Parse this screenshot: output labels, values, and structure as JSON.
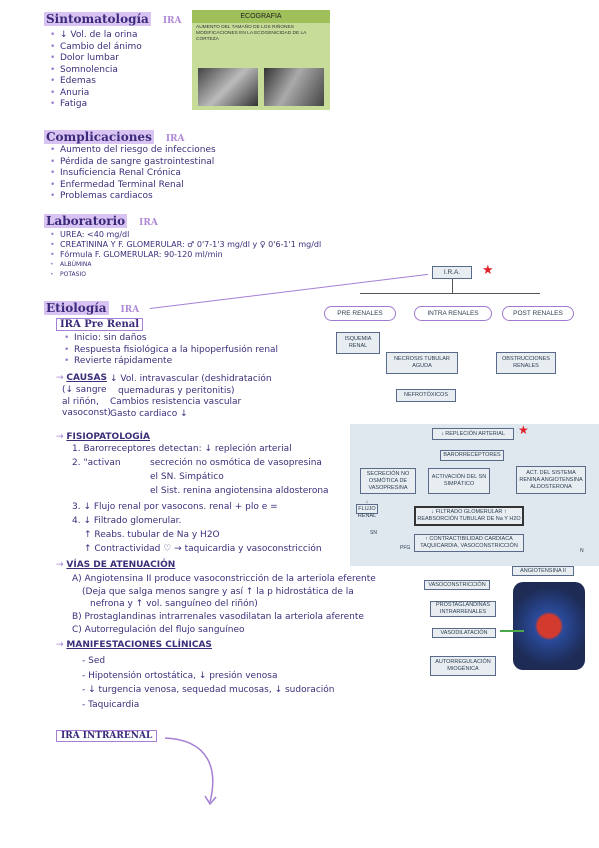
{
  "sintomatologia": {
    "title": "Sintomatología",
    "tag": "IRA",
    "items": [
      "↓ Vol. de la orina",
      "Cambio del ánimo",
      "Dolor lumbar",
      "Somnolencia",
      "Edemas",
      "Anuria",
      "Fatiga"
    ]
  },
  "ecografia": {
    "title": "ECOGRAFIA",
    "items": [
      "AUMENTO DEL TAMAÑO DE LOS RIÑONES",
      "MODIFICACIONES EN LA ECOGENICIDAD DE LA CORTEZA"
    ]
  },
  "complicaciones": {
    "title": "Complicaciones",
    "tag": "IRA",
    "items": [
      "Aumento del riesgo de infecciones",
      "Pérdida de sangre gastrointestinal",
      "Insuficiencia Renal Crónica",
      "Enfermedad Terminal Renal",
      "Problemas cardiacos"
    ]
  },
  "laboratorio": {
    "title": "Laboratorio",
    "tag": "IRA",
    "items": [
      "UREA: <40 mg/dl",
      "CREATININA Y F. GLOMERULAR: ♂ 0'7-1'3 mg/dl y ♀ 0'6-1'1 mg/dl",
      "Fórmula F. GLOMERULAR: 90-120 ml/min",
      "ALBÚMINA",
      "POTASIO"
    ]
  },
  "etiologia": {
    "title": "Etiología",
    "tag": "IRA"
  },
  "prerrenal": {
    "title": "IRA Pre Renal",
    "items": [
      "Inicio: sin daños",
      "Respuesta fisiológica a la hipoperfusión renal",
      "Revierte rápidamente"
    ],
    "causas_label": "CAUSAS",
    "causas_left": [
      "(↓ sangre",
      "al riñón,",
      "vasoconst)"
    ],
    "causas": [
      "↓ Vol. intravascular (deshidratación",
      "quemaduras y peritonitis)",
      "Cambios resistencia vascular",
      "Gasto cardiaco ↓"
    ]
  },
  "fisiopatologia": {
    "title": "FISIOPATOLOGÍA",
    "l1": "1. Barorreceptores detectan: ↓ repleción arterial",
    "l2": "2. \"activan",
    "l2a": "secreción no osmótica de vasopresina",
    "l2b": "el SN. Simpático",
    "l2c": "el Sist. renina angiotensina aldosterona",
    "l3": "3. ↓ Flujo renal por vasocons. renal + plo e =",
    "l4": "4. ↓ Filtrado glomerular.",
    "l5": "↑ Reabs. tubular de Na y H2O",
    "l6": "↑ Contractividad ♡ → taquicardia y vasoconstricción"
  },
  "vias": {
    "title": "VÍAS DE ATENUACIÓN",
    "a": "A) Angiotensina II produce vasoconstricción de la arteriola eferente",
    "a2": "(Deja que salga menos sangre y así ↑ la p hidrostática de la",
    "a3": "nefrona y ↑ vol. sanguíneo del riñón)",
    "b": "B) Prostaglandinas intrarrenales vasodilatan la arteriola aferente",
    "c": "C) Autorregulación del flujo sanguíneo"
  },
  "manifestaciones": {
    "title": "MANIFESTACIONES CLÍNICAS",
    "items": [
      "- Sed",
      "- Hipotensión ortostática, ↓ presión venosa",
      "- ↓ turgencia venosa, sequedad mucosas, ↓ sudoración",
      "- Taquicardia"
    ]
  },
  "intrarrenal": {
    "title": "IRA INTRARENAL"
  },
  "diagram1": {
    "top": "I.R.A.",
    "pre": "PRE RENALES",
    "intra": "INTRA RENALES",
    "post": "POST RENALES",
    "isquemia": "ISQUEMIA RENAL",
    "necrosis": "NECROSIS TUBULAR AGUDA",
    "obstr": "OBSTRUCCIONES RENALES",
    "nefro": "NEFROTÓXICOS"
  },
  "diagram2": {
    "top": "↓ REPLECIÓN ARTERIAL",
    "baro": "BARORRECEPTORES",
    "secr": "SECRECIÓN NO OSMÓTICA DE VASOPRESINA",
    "activ": "ACTIVACIÓN DEL SN SIMPÁTICO",
    "sist": "ACT. DEL SISTEMA RENINA ANGIOTENSINA ALDOSTERONA",
    "filt": "↓ FILTRADO GLOMERULAR ↑ REABSORCIÓN TUBULAR DE Na Y H2O",
    "cont": "↑ CONTRACTIBILIDAD CARDIACA TAQUICARDIA, VASOCONSTRICCIÓN",
    "flujo": "↓ FLUJO RENAL",
    "sn": "SN",
    "pfg": "PFG",
    "n": "N"
  },
  "diagram3": {
    "ang": "ANGIOTENSINA II",
    "vaso": "VASOCONSTRICCIÓN",
    "prosta": "PROSTAGLANDINAS INTRARRENALES",
    "vasod": "VASODILATACIÓN",
    "auto": "AUTORREGULACIÓN MIOGÉNICA"
  }
}
